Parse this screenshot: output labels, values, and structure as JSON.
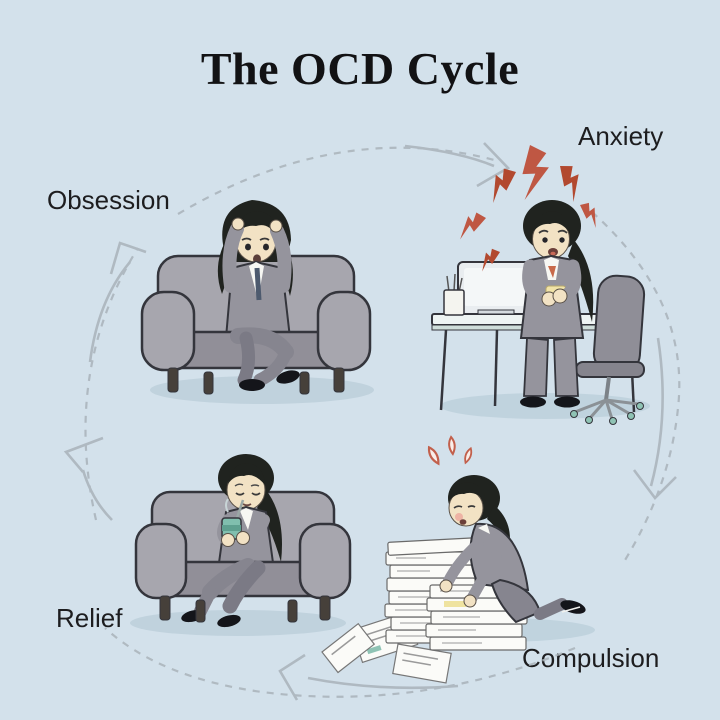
{
  "title": "The OCD Cycle",
  "cycle_direction": "clockwise",
  "stages": [
    {
      "id": "obsession",
      "label": "Obsession",
      "position": "top-left",
      "scene": "woman in gray suit sitting on a sofa holding her head in her hands"
    },
    {
      "id": "anxiety",
      "label": "Anxiety",
      "position": "top-right",
      "scene": "woman in gray suit clutching her chest beside an office desk and chair, red lightning bolts around her head"
    },
    {
      "id": "compulsion",
      "label": "Compulsion",
      "position": "bottom-right",
      "scene": "woman in gray suit kneeling on the floor arranging tall stacks of papers, sweat drops above her head"
    },
    {
      "id": "relief",
      "label": "Relief",
      "position": "bottom-left",
      "scene": "woman in gray suit resting on a sofa holding a warm drink"
    }
  ],
  "icons": [
    "dashed-cycle-arrow",
    "solid-cycle-arrow",
    "arrowhead-chevron",
    "lightning-bolt-icon",
    "sweat-drop-icon",
    "steam-icon",
    "monitor-icon",
    "pen-cup-icon",
    "office-chair-icon",
    "paper-stack-icon"
  ],
  "colors": {
    "background": "#d3e1eb",
    "text": "#1d1d1f",
    "arrow_gray": "#a9b3ba",
    "accent_red": "#bf5743",
    "suit_gray": "#95949d",
    "sofa_gray": "#a7a6ae",
    "skin": "#f2e2c4",
    "hair": "#20231f",
    "teal": "#80bfae",
    "shadow_blue": "#bccfdb",
    "paper_white": "#fbfbf8"
  }
}
